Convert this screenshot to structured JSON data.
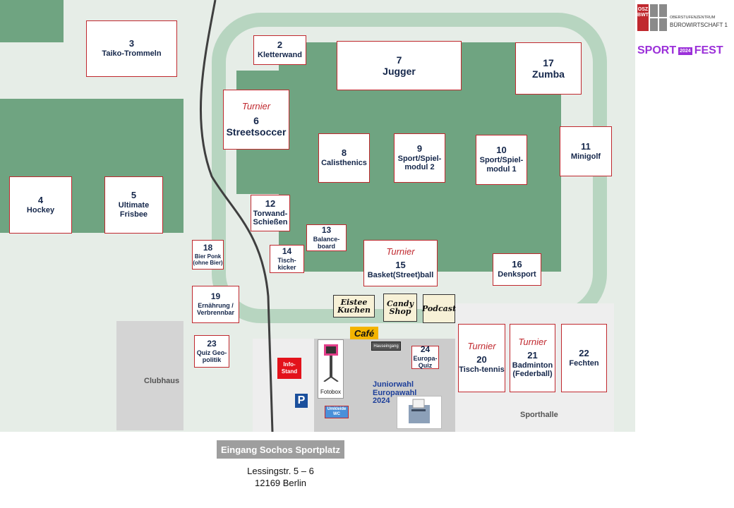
{
  "colors": {
    "grass": "#6fa481",
    "track": "#b7d5c0",
    "station_border": "#c0282e",
    "station_text": "#14264a",
    "tournament": "#c0282e"
  },
  "tournament_label": "Turnier",
  "stations": [
    {
      "num": "3",
      "name": "Taiko-Trommeln"
    },
    {
      "num": "2",
      "name": "Kletterwand"
    },
    {
      "num": "7",
      "name": "Jugger"
    },
    {
      "num": "17",
      "name": "Zumba"
    },
    {
      "num": "6",
      "name": "Streetsoccer",
      "tournament": true
    },
    {
      "num": "8",
      "name": "Calisthenics"
    },
    {
      "num": "9",
      "name": "Sport/Spiel-modul 2"
    },
    {
      "num": "10",
      "name": "Sport/Spiel-modul 1"
    },
    {
      "num": "11",
      "name": "Minigolf"
    },
    {
      "num": "4",
      "name": "Hockey"
    },
    {
      "num": "5",
      "name": "Ultimate Frisbee"
    },
    {
      "num": "12",
      "name": "Torwand-Schießen"
    },
    {
      "num": "13",
      "name": "Balance-board"
    },
    {
      "num": "14",
      "name": "Tisch-kicker"
    },
    {
      "num": "18",
      "name": "Bier Ponk (ohne Bier)"
    },
    {
      "num": "15",
      "name": "Basket(Street)ball",
      "tournament": true
    },
    {
      "num": "16",
      "name": "Denksport"
    },
    {
      "num": "19",
      "name": "Ernährung / Verbrennbar"
    },
    {
      "num": "23",
      "name": "Quiz Geo-politik"
    },
    {
      "num": "24",
      "name": "Europa-Quiz"
    },
    {
      "num": "20",
      "name": "Tisch-tennis",
      "tournament": true
    },
    {
      "num": "21",
      "name": "Badminton (Federball)",
      "tournament": true
    },
    {
      "num": "22",
      "name": "Fechten"
    }
  ],
  "signs": {
    "eistee": "Eistee Kuchen",
    "candy": "Candy Shop",
    "podcast": "Podcast"
  },
  "labels": {
    "cafe": "Café",
    "info": "Info-Stand",
    "clubhaus": "Clubhaus",
    "sporthalle": "Sporthalle",
    "parking": "P",
    "hauseingang": "Hauseingang",
    "umkleide": "Umkleide WC",
    "fotobox": "Fotobox",
    "juniorwahl": "Juniorwahl Europawahl 2024"
  },
  "entrance": {
    "title": "Eingang Sochos Sportplatz",
    "street": "Lessingstr. 5 – 6",
    "city": "12169 Berlin"
  },
  "logo": {
    "badge": "OSZ BWT",
    "line1": "OBERSTUFENZENTRUM",
    "line2": "BÜROWIRTSCHAFT 1"
  },
  "event": {
    "sport": "SPORT",
    "fest": "FEST",
    "year": "2024"
  }
}
